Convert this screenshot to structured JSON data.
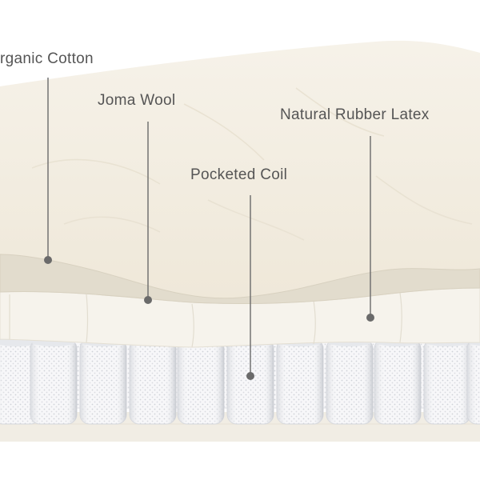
{
  "diagram": {
    "labels": {
      "cotton": "rganic Cotton",
      "wool": "Joma Wool",
      "latex": "Natural Rubber Latex",
      "coil": "Pocketed Coil"
    },
    "colors": {
      "background": "#ffffff",
      "quilt": "#f4efe4",
      "quilt_shadow": "#ece5d6",
      "wool_layer": "#e2dccd",
      "latex_band": "#f6f3ec",
      "coil_fabric": "#f7f7f9",
      "coil_mesh": "#c9ccd3",
      "base": "#f1ede4",
      "leader": "#6a6a6a",
      "text": "#555555"
    },
    "icons": {
      "marker": "dot-marker"
    }
  }
}
